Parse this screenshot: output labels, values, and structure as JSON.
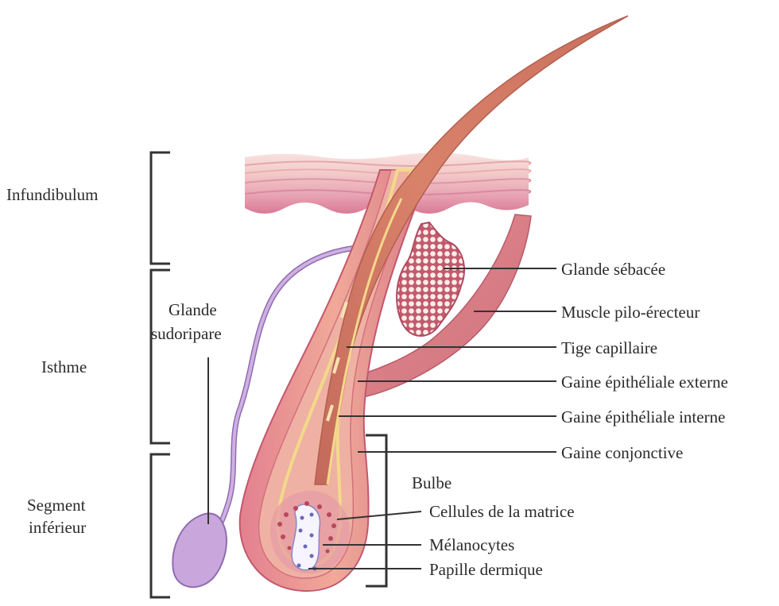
{
  "regions": {
    "infundibulum": "Infundibulum",
    "isthme": "Isthme",
    "segment_inferieur_line1": "Segment",
    "segment_inferieur_line2": "inférieur"
  },
  "glande_sudoripare": {
    "line1": "Glande",
    "line2": "sudoripare"
  },
  "bulbe": "Bulbe",
  "labels": {
    "glande_sebacee": "Glande sébacée",
    "muscle": "Muscle pilo-érecteur",
    "tige": "Tige capillaire",
    "gaine_externe": "Gaine épithéliale externe",
    "gaine_interne": "Gaine épithéliale interne",
    "gaine_conjonctive": "Gaine conjonctive",
    "cellules_matrice": "Cellules de la matrice",
    "melanocytes": "Mélanocytes",
    "papille": "Papille dermique"
  },
  "colors": {
    "skin_light": "#f6d7d3",
    "skin_pink": "#e9a0ae",
    "skin_deep": "#d26e88",
    "hair_shaft": "#d9826a",
    "follicle": "#e69a88",
    "sheath_yellow": "#f3d98a",
    "sweat_gland": "#c9a7dc",
    "line": "#333333"
  }
}
